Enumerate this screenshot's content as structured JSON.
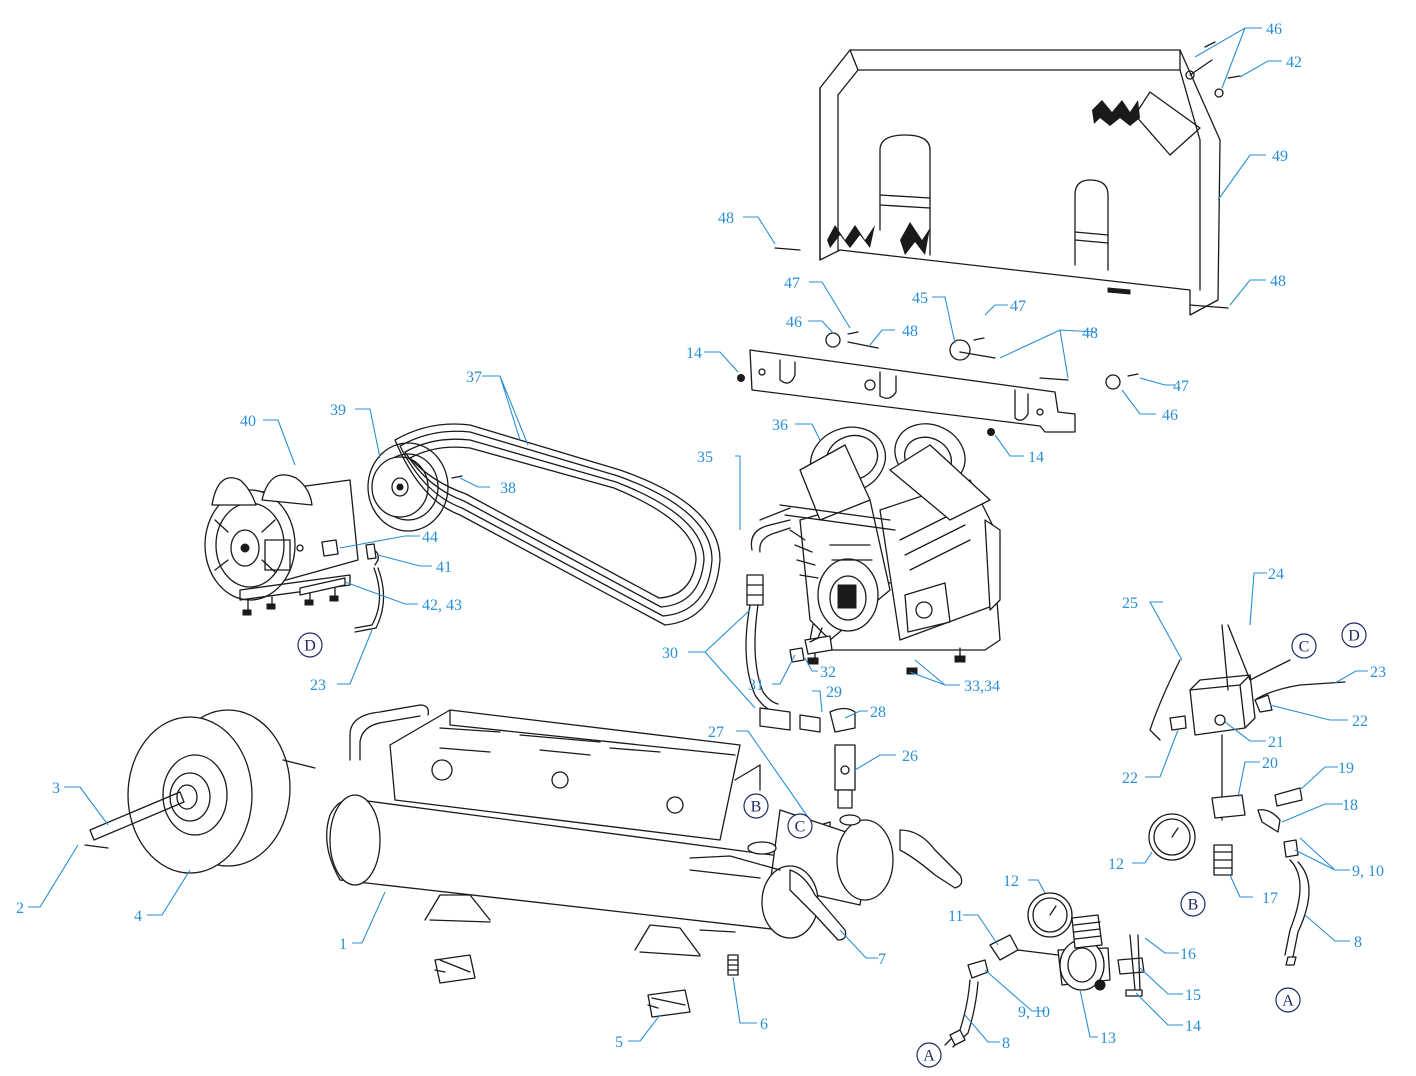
{
  "callouts": {
    "c1": "1",
    "c2": "2",
    "c3": "3",
    "c4": "4",
    "c5": "5",
    "c6": "6",
    "c7": "7",
    "c8a": "8",
    "c8b": "8",
    "c910a": "9, 10",
    "c910b": "9, 10",
    "c11": "11",
    "c12a": "12",
    "c12b": "12",
    "c13": "13",
    "c14a": "14",
    "c14b": "14",
    "c14c": "14",
    "c15": "15",
    "c16": "16",
    "c17": "17",
    "c18": "18",
    "c19": "19",
    "c20": "20",
    "c21": "21",
    "c22a": "22",
    "c22b": "22",
    "c23a": "23",
    "c23b": "23",
    "c24": "24",
    "c25": "25",
    "c26": "26",
    "c27": "27",
    "c28": "28",
    "c29": "29",
    "c30": "30",
    "c31": "31",
    "c32": "32",
    "c3334": "33,34",
    "c35": "35",
    "c36": "36",
    "c37": "37",
    "c38": "38",
    "c39": "39",
    "c40": "40",
    "c41": "41",
    "c42a": "42",
    "c4243": "42, 43",
    "c44": "44",
    "c45": "45",
    "c46a": "46",
    "c46b": "46",
    "c46c": "46",
    "c47a": "47",
    "c47b": "47",
    "c47c": "47",
    "c48a": "48",
    "c48b": "48",
    "c48c": "48",
    "c48d": "48",
    "c49": "49"
  },
  "connectors": {
    "a1": "A",
    "a2": "A",
    "b1": "B",
    "b2": "B",
    "c1": "C",
    "c2": "C",
    "d1": "D",
    "d2": "D"
  },
  "colors": {
    "callout": "#2a8fd6",
    "connector": "#1f2a66",
    "line_art": "#1a1a1a"
  }
}
